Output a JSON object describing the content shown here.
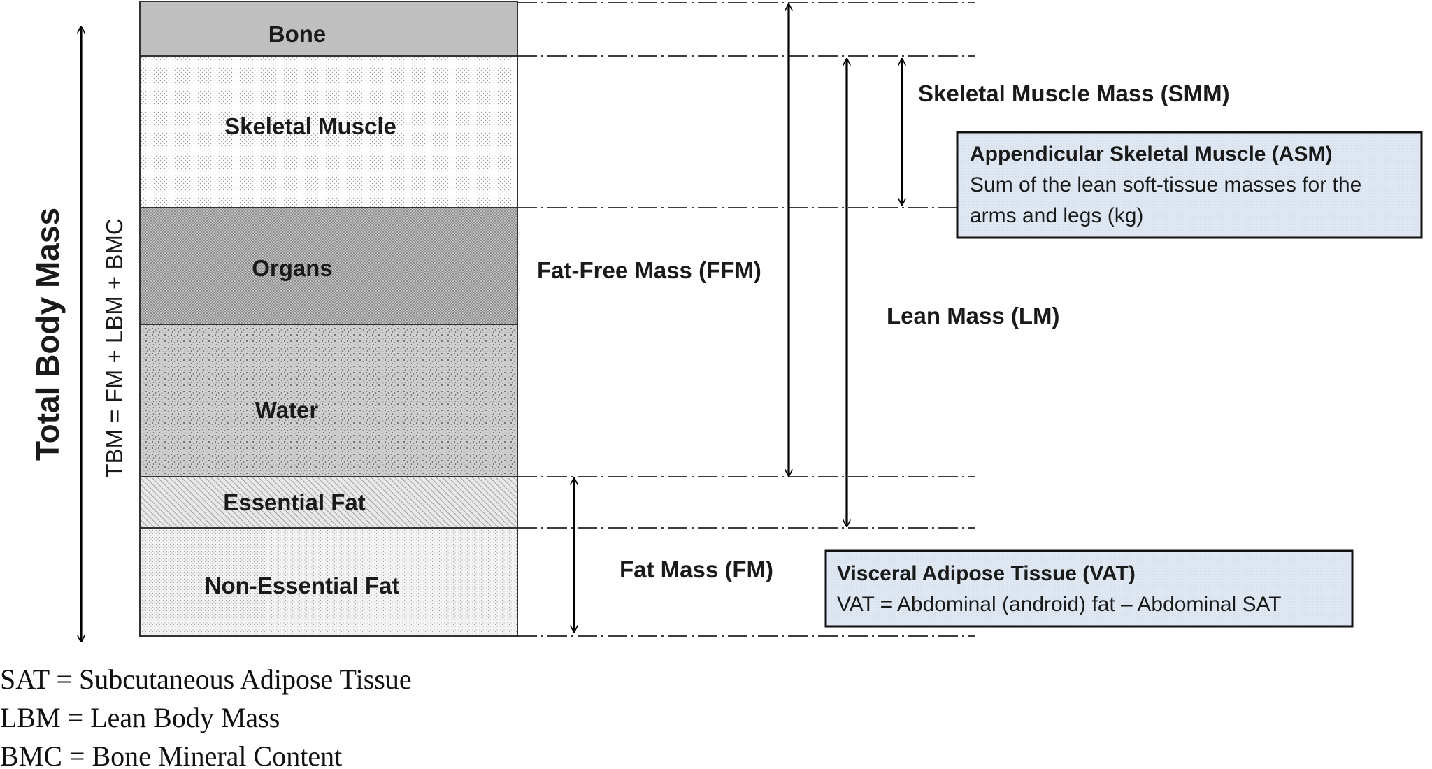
{
  "layers": {
    "bone": "Bone",
    "skeletal_muscle": "Skeletal Muscle",
    "organs": "Organs",
    "water": "Water",
    "essential_fat": "Essential Fat",
    "non_essential_fat": "Non-Essential Fat"
  },
  "axis": {
    "total_body_mass": "Total Body Mass",
    "formula": "TBM = FM + LBM + BMC"
  },
  "measures": {
    "ffm": "Fat-Free Mass (FFM)",
    "lm": "Lean Mass (LM)",
    "smm": "Skeletal Muscle Mass (SMM)",
    "fm": "Fat Mass (FM)"
  },
  "asm_box": {
    "title": "Appendicular Skeletal Muscle (ASM)",
    "line1": "Sum of the lean soft-tissue masses for the",
    "line2": "arms and legs (kg)"
  },
  "vat_box": {
    "title": "Visceral Adipose Tissue (VAT)",
    "line1": "VAT = Abdominal (android) fat – Abdominal SAT"
  },
  "legend": {
    "sat": "SAT = Subcutaneous Adipose Tissue",
    "lbm": "LBM = Lean Body Mass",
    "bmc": "BMC = Bone Mineral Content"
  },
  "colors": {
    "bone_fill": "#bfbfbf",
    "box_fill": "#dfe7f2",
    "border": "#333333"
  }
}
